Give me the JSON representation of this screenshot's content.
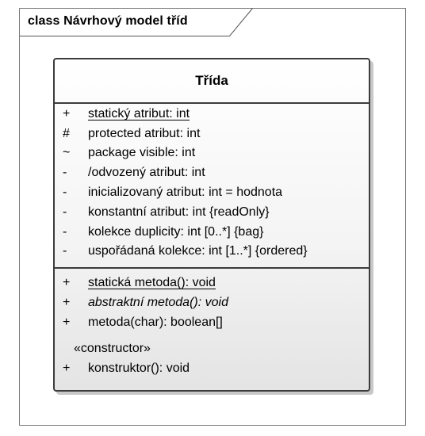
{
  "frame": {
    "title": "class Návrhový model tříd"
  },
  "class": {
    "name": "Třída",
    "attributes": [
      {
        "vis": "+",
        "text": "statický atribut: int",
        "static": true
      },
      {
        "vis": "#",
        "text": "protected atribut: int"
      },
      {
        "vis": "~",
        "text": "package visible: int"
      },
      {
        "vis": "-",
        "text": "/odvozený atribut: int"
      },
      {
        "vis": "-",
        "text": "inicializovaný atribut: int = hodnota"
      },
      {
        "vis": "-",
        "text": "konstantní atribut: int {readOnly}"
      },
      {
        "vis": "-",
        "text": "kolekce duplicity: int [0..*] {bag}"
      },
      {
        "vis": "-",
        "text": "uspořádaná kolekce: int [1..*] {ordered}"
      }
    ],
    "operations": [
      {
        "vis": "+",
        "text": "statická metoda(): void",
        "static": true
      },
      {
        "vis": "+",
        "text": "abstraktní metoda(): void",
        "abstract": true
      },
      {
        "vis": "+",
        "text": "metoda(char): boolean[]"
      }
    ],
    "stereotype": "«constructor»",
    "constructors": [
      {
        "vis": "+",
        "text": "konstruktor(): void"
      }
    ]
  }
}
